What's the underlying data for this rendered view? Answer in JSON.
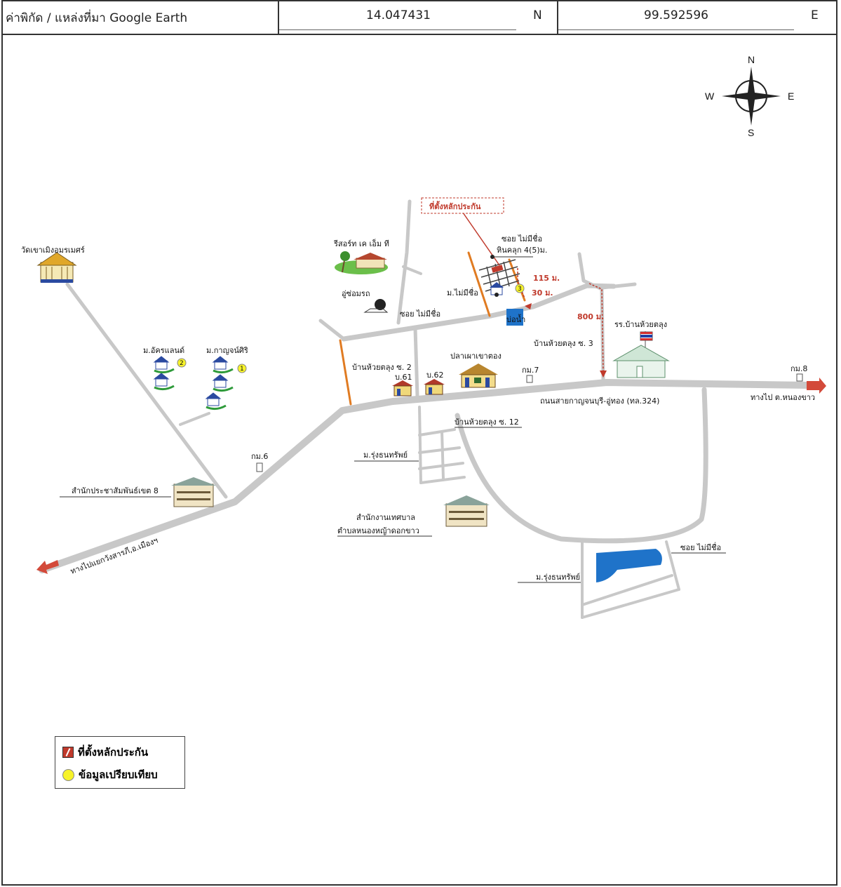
{
  "header": {
    "source": "ค่าพิกัด / แหล่งที่มา Google Earth",
    "latitude": "14.047431",
    "lat_unit": "N",
    "longitude": "99.592596",
    "lon_unit": "E"
  },
  "compass": {
    "north": "N",
    "south": "S",
    "east": "E",
    "west": "W"
  },
  "labels": {
    "collateral_site": "ที่ตั้งหลักประกัน",
    "temple": "วัดเขาเมิงอมรเมศร์",
    "resort": "รีสอร์ท เค เอ็ม ที",
    "garage": "อู่ซ่อมรถ",
    "soi_unnamed_1": "ซอย ไม่มีชื่อ",
    "soi_unnamed_top": "ซอย ไม่มีชื่อ",
    "soi_hinklut": "หินคลุก 4(5)ม.",
    "village_unnamed": "ม.ไม่มีชื่อ",
    "pond": "บ่อน้ำ",
    "dist_115": "115 ม.",
    "dist_30": "30 ม.",
    "dist_800": "800 ม.",
    "school": "รร.บ้านห้วยตลุง",
    "soi_3": "บ้านห้วยตลุง ซ. 3",
    "soi_2": "บ้านห้วยตลุง ซ. 2",
    "soi_12": "บ้านห้วยตลุง ซ. 12",
    "u61": "บ.61",
    "u62": "บ.62",
    "restaurant": "ปลาเผาเขาตอง",
    "km7": "กม.7",
    "km8": "กม.8",
    "km6": "กม.6",
    "main_road": "ถนนสายกาญจนบุรี-อู่ทอง (ทล.324)",
    "to_nongkhao": "ทางไป ต.หนองขาว",
    "village_atcharaland": "ม.อัครแลนด์",
    "village_kanchansiri": "ม.กาญจน์ศิริ",
    "village_rungthanasap_1": "ม.รุ่งธนทรัพย์",
    "village_rungthanasap_2": "ม.รุ่งธนทรัพย์",
    "office_pr8": "สำนักประชาสัมพันธ์เขต 8",
    "office_municipal_1": "สำนักงานเทศบาล",
    "office_municipal_2": "ตำบลหนองหญ้าดอกขาว",
    "soi_unnamed_bottom": "ซอย ไม่มีชื่อ",
    "to_wangsarn": "ทางไปแยกวังสารภี,อ.เมืองฯ",
    "marker_1": "1",
    "marker_2": "2",
    "marker_3": "3"
  },
  "legend": {
    "collateral": "ที่ตั้งหลักประกัน",
    "comparison": "ข้อมูลเปรียบเทียบ"
  },
  "colors": {
    "road": "#c8c8c8",
    "orange_road": "#e07b22",
    "red": "#c0392b",
    "water": "#1f73c9",
    "marker_yellow": "#f7f32a"
  }
}
